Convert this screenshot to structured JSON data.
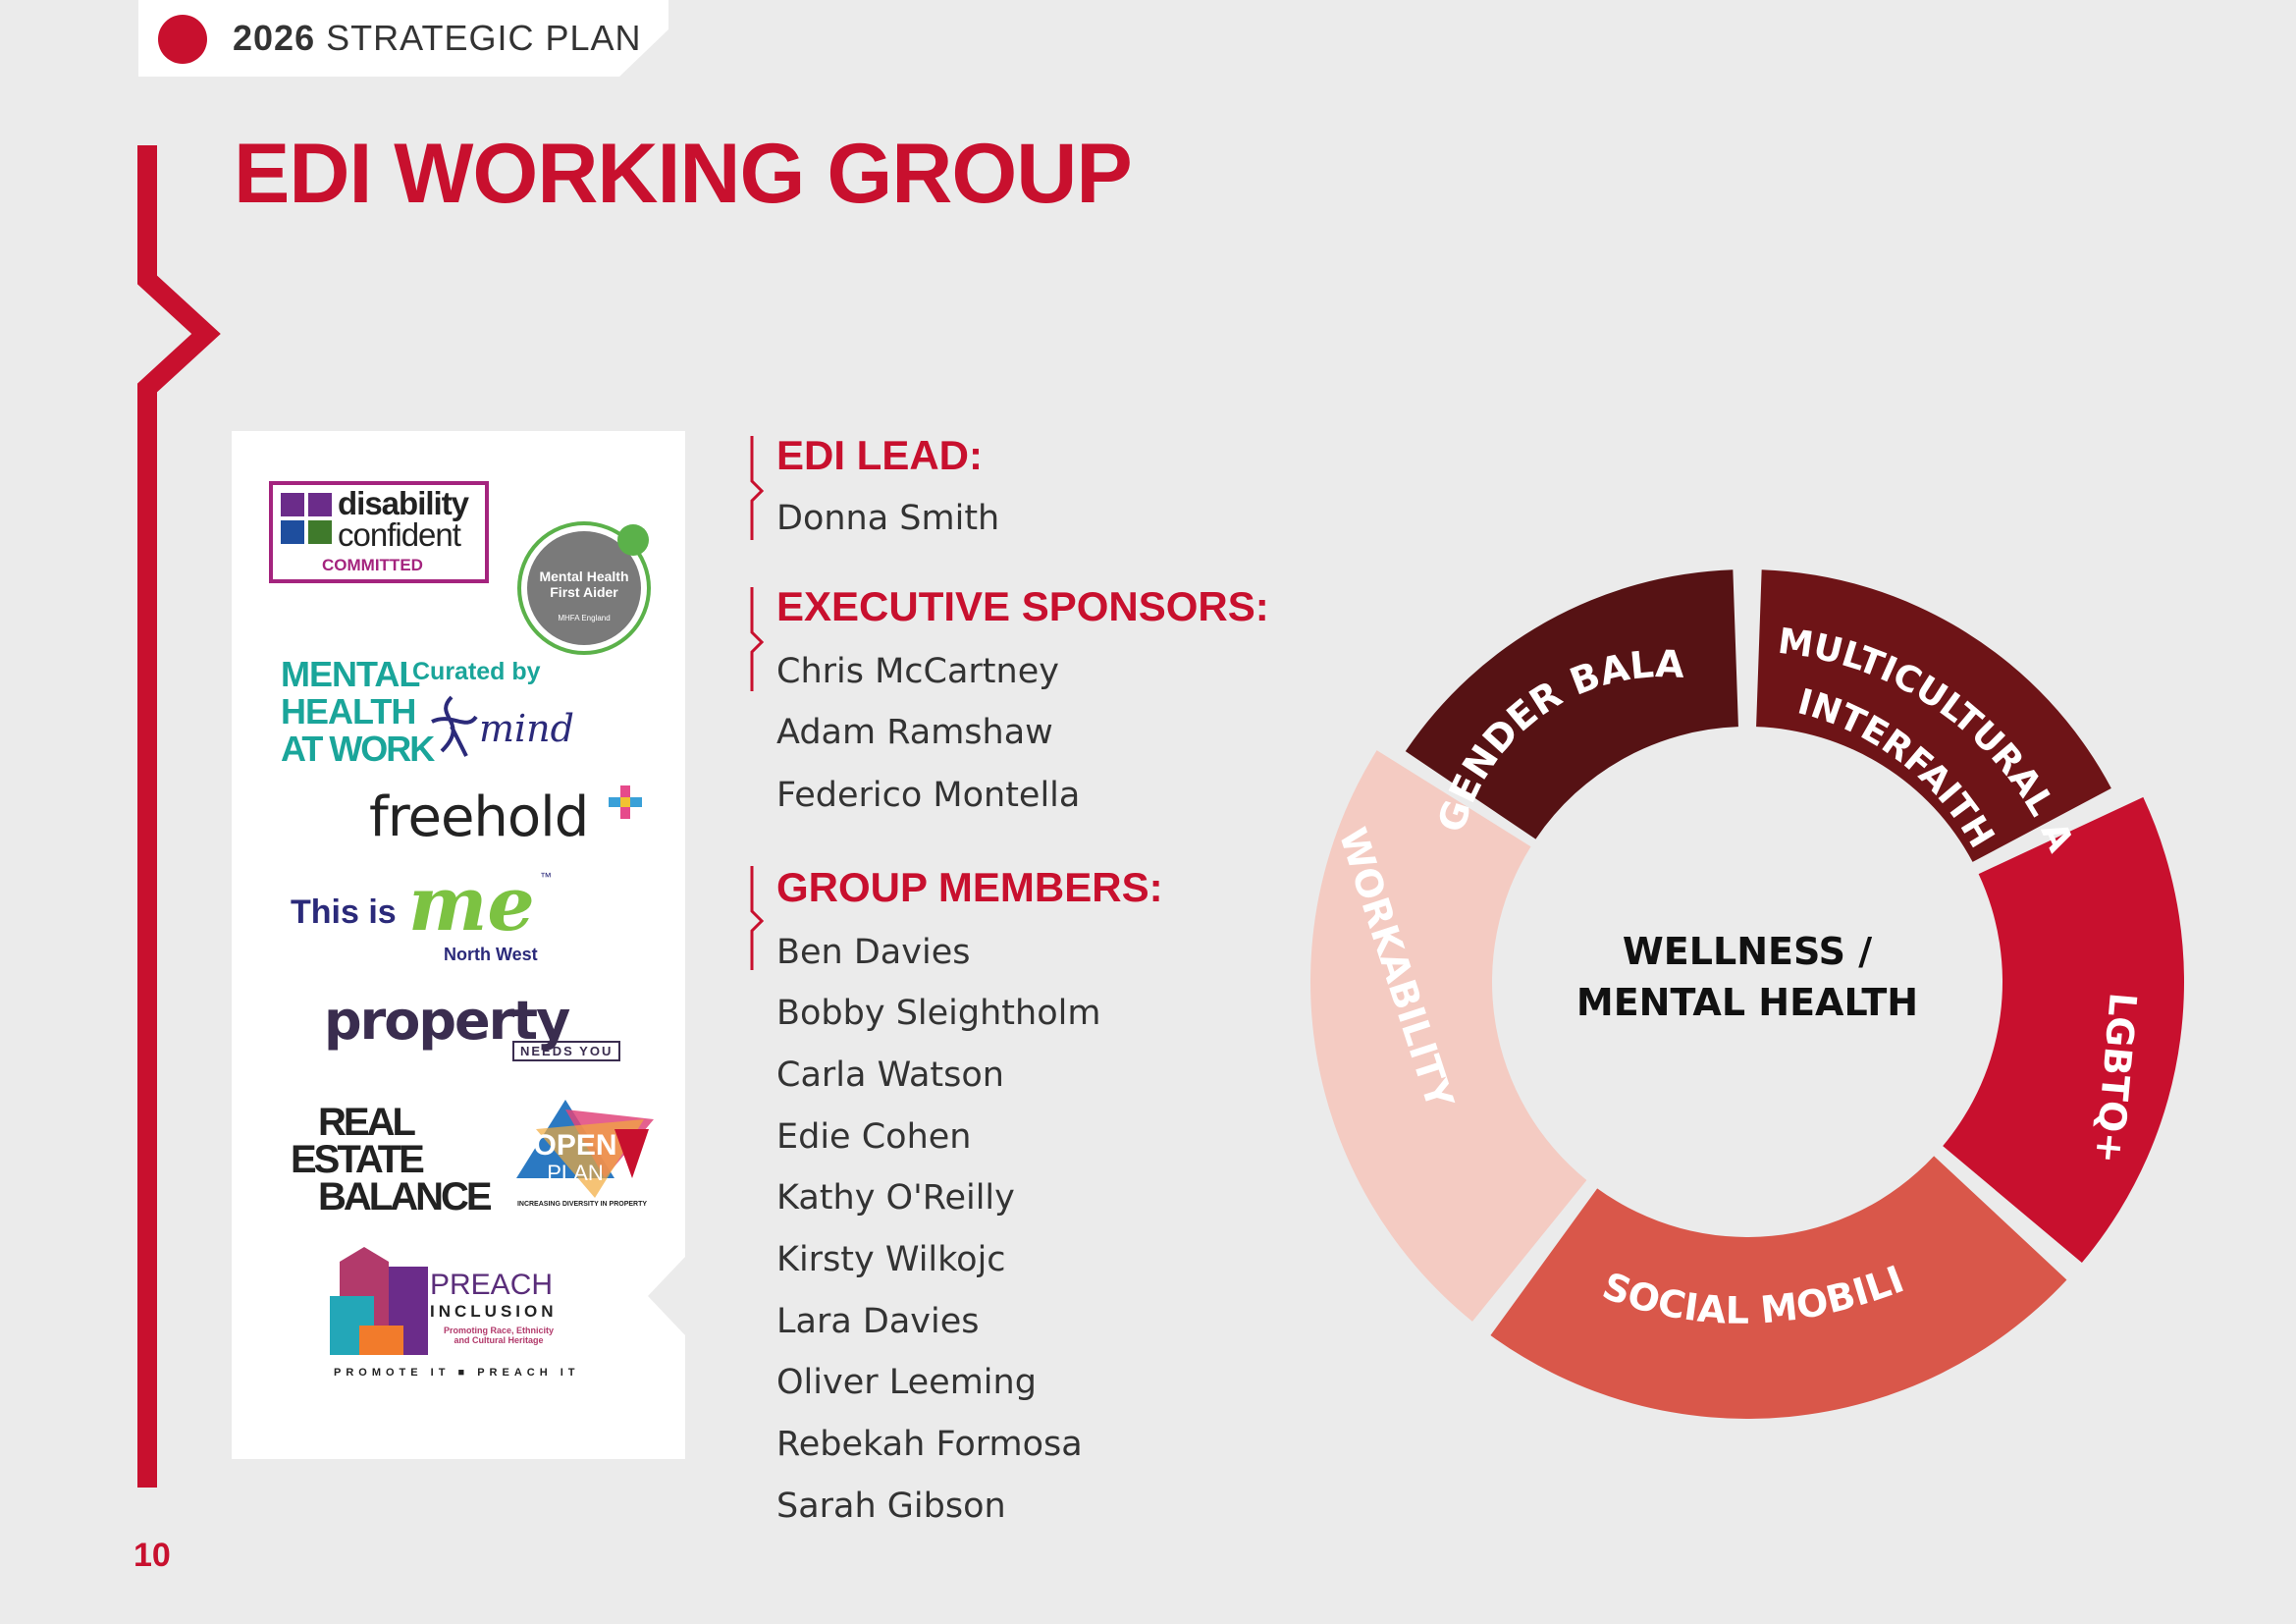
{
  "header": {
    "year": "2026",
    "label": "STRATEGIC PLAN"
  },
  "title": "EDI WORKING GROUP",
  "page_number": "10",
  "colors": {
    "accent": "#c8102e",
    "dark_red": "#561214",
    "mid_red": "#6e1417",
    "pink": "#f4cbc2",
    "salmon": "#d9574a"
  },
  "logos": {
    "disability": {
      "line1": "disability",
      "line2": "confident",
      "line3": "COMMITTED"
    },
    "mhfa": {
      "line1": "Mental Health",
      "line2": "First Aider",
      "line3": "MHFA England"
    },
    "mhaw": {
      "line1": "MENTAL",
      "line2": "HEALTH",
      "line3": "AT WORK",
      "curated": "Curated by",
      "mind": "mind"
    },
    "freehold": {
      "text": "freehold"
    },
    "thisisme": {
      "prefix": "This is",
      "me": "me",
      "tm": "™",
      "region": "North West"
    },
    "property": {
      "text": "property",
      "tag": "NEEDS YOU"
    },
    "reb": {
      "line1": "REAL",
      "line2": "ESTATE",
      "line3": "BALANCE"
    },
    "openplan": {
      "line1": "OPEN",
      "line2": "PLAN",
      "tag": "INCREASING DIVERSITY IN PROPERTY"
    },
    "preach": {
      "line1": "PREACH",
      "line2": "INCLUSION",
      "sub1": "Promoting Race, Ethnicity",
      "sub2": "and Cultural Heritage",
      "footer": "PROMOTE IT ■ PREACH IT"
    }
  },
  "edi_lead": {
    "heading": "EDI LEAD:",
    "names": [
      "Donna Smith"
    ]
  },
  "executive_sponsors": {
    "heading": "EXECUTIVE SPONSORS:",
    "names": [
      "Chris McCartney",
      "Adam Ramshaw",
      "Federico Montella"
    ]
  },
  "group_members": {
    "heading": "GROUP MEMBERS:",
    "names": [
      "Ben Davies",
      "Bobby Sleightholm",
      "Carla Watson",
      "Edie Cohen",
      "Kathy O'Reilly",
      "Kirsty Wilkojc",
      "Lara Davies",
      "Oliver Leeming",
      "Rebekah Formosa",
      "Sarah Gibson"
    ]
  },
  "wheel": {
    "center_line1": "WELLNESS /",
    "center_line2": "MENTAL HEALTH",
    "segments": [
      "GENDER BALANCE",
      "MULTICULTURAL AND",
      "INTERFAITH",
      "LGBTQ+",
      "SOCIAL MOBILITY",
      "WORKABILITY"
    ]
  }
}
